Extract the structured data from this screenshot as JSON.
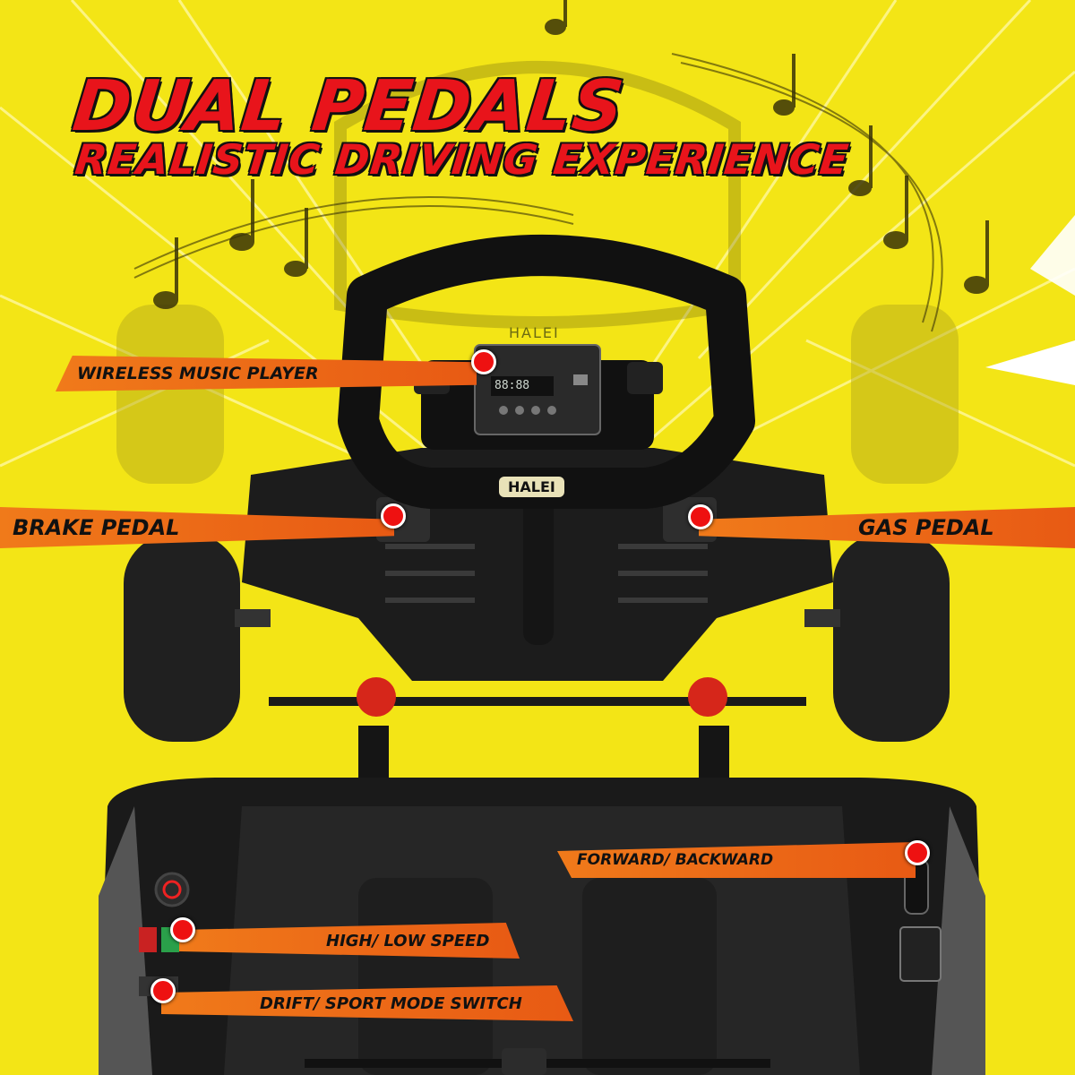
{
  "headline": {
    "line1": "DUAL PEDALS",
    "line2": "REALISTIC DRIVING EXPERIENCE"
  },
  "callouts": {
    "music": "WIRELESS MUSIC PLAYER",
    "brake": "BRAKE PEDAL",
    "gas": "GAS PEDAL",
    "direction": "FORWARD/ BACKWARD",
    "speed": "HIGH/ LOW SPEED",
    "mode": "DRIFT/ SPORT MODE SWITCH"
  },
  "product": {
    "brand": "HALEI",
    "display_digits": "88:88"
  },
  "colors": {
    "background": "#f3e516",
    "headline_red": "#e8141b",
    "callout_orange": "#f07a1a",
    "kart_body": "#1c1c1c"
  },
  "icons": [
    "music-notes-icon",
    "power-icon",
    "steering-wheel-icon"
  ]
}
